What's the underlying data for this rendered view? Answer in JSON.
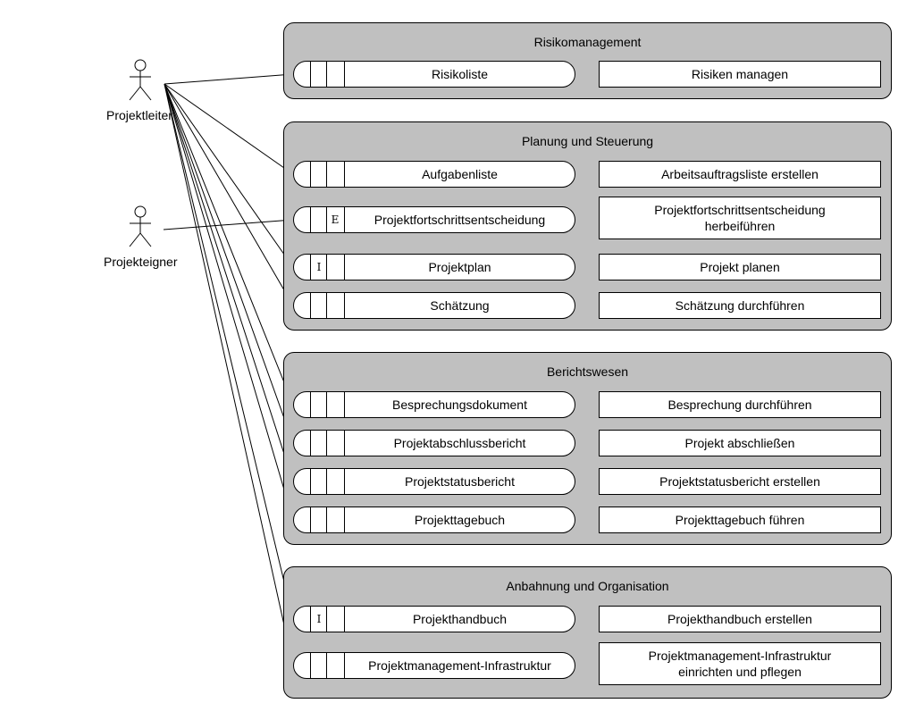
{
  "actors": [
    {
      "id": "projektleiter",
      "label": "Projektleiter"
    },
    {
      "id": "projekteigner",
      "label": "Projekteigner"
    }
  ],
  "groups": [
    {
      "title": "Risikomanagement",
      "rows": [
        {
          "product": "Risikoliste",
          "mark": "",
          "activity": "Risiken managen",
          "actor": "projektleiter"
        }
      ]
    },
    {
      "title": "Planung und Steuerung",
      "rows": [
        {
          "product": "Aufgabenliste",
          "mark": "",
          "activity": "Arbeitsauftragsliste erstellen",
          "actor": "projektleiter"
        },
        {
          "product": "Projektfortschrittsentscheidung",
          "mark": "E",
          "activity": "Projektfortschrittsentscheidung\nherbeiführen",
          "actor": "projekteigner"
        },
        {
          "product": "Projektplan",
          "mark": "I",
          "activity": "Projekt planen",
          "actor": "projektleiter"
        },
        {
          "product": "Schätzung",
          "mark": "",
          "activity": "Schätzung durchführen",
          "actor": "projektleiter"
        }
      ]
    },
    {
      "title": "Berichtswesen",
      "rows": [
        {
          "product": "Besprechungsdokument",
          "mark": "",
          "activity": "Besprechung durchführen",
          "actor": "projektleiter"
        },
        {
          "product": "Projektabschlussbericht",
          "mark": "",
          "activity": "Projekt abschließen",
          "actor": "projektleiter"
        },
        {
          "product": "Projektstatusbericht",
          "mark": "",
          "activity": "Projektstatusbericht erstellen",
          "actor": "projektleiter"
        },
        {
          "product": "Projekttagebuch",
          "mark": "",
          "activity": "Projekttagebuch führen",
          "actor": "projektleiter"
        }
      ]
    },
    {
      "title": "Anbahnung und Organisation",
      "rows": [
        {
          "product": "Projekthandbuch",
          "mark": "I",
          "activity": "Projekthandbuch erstellen",
          "actor": "projektleiter"
        },
        {
          "product": "Projektmanagement-Infrastruktur",
          "mark": "",
          "activity": "Projektmanagement-Infrastruktur\neinrichten und pflegen",
          "actor": "projektleiter"
        }
      ]
    }
  ]
}
